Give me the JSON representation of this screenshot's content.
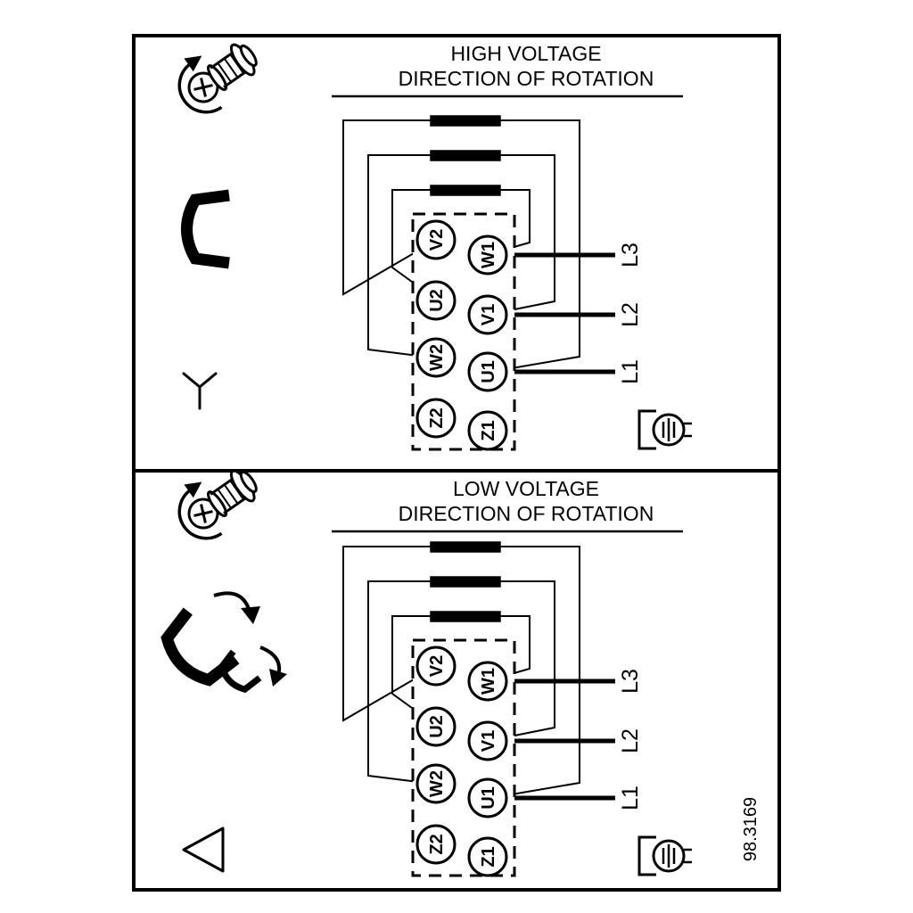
{
  "drawing_number": "98.3169",
  "colors": {
    "ink": "#000000",
    "paper": "#ffffff"
  },
  "panels": [
    {
      "title1": "HIGH VOLTAGE",
      "title2": "DIRECTION OF ROTATION",
      "connection": "star",
      "terminals": [
        "V2",
        "W1",
        "U2",
        "V1",
        "W2",
        "U1",
        "Z2",
        "Z1"
      ],
      "supply_lines": [
        "L3",
        "L2",
        "L1"
      ],
      "icons": [
        "screw-rotation-icon",
        "link-bracket-icon",
        "star-symbol",
        "earth-terminal-icon"
      ]
    },
    {
      "title1": "LOW VOLTAGE",
      "title2": "DIRECTION OF ROTATION",
      "connection": "delta",
      "terminals": [
        "V2",
        "W1",
        "U2",
        "V1",
        "W2",
        "U1",
        "Z2",
        "Z1"
      ],
      "supply_lines": [
        "L3",
        "L2",
        "L1"
      ],
      "icons": [
        "screw-rotation-icon",
        "link-reposition-icon",
        "delta-symbol",
        "earth-terminal-icon"
      ]
    }
  ]
}
